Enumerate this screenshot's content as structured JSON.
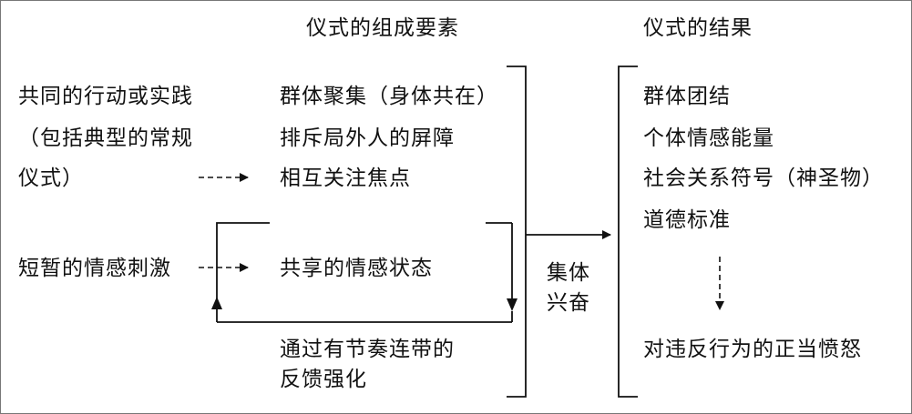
{
  "headers": {
    "elements": "仪式的组成要素",
    "results": "仪式的结果"
  },
  "inputs": {
    "practice": [
      "共同的行动或实践",
      "（包括典型的常规",
      "仪式）"
    ],
    "emotion": "短暂的情感刺激"
  },
  "components": [
    "群体聚集（身体共在）",
    "排斥局外人的屏障",
    "相互关注焦点",
    "共享的情感状态"
  ],
  "feedback": [
    "通过有节奏连带的",
    "反馈强化"
  ],
  "middle": [
    "集体",
    "兴奋"
  ],
  "results": [
    "群体团结",
    "个体情感能量",
    "社会关系符号（神圣物）",
    "道德标准"
  ],
  "result_bottom": "对违反行为的正当愤怒",
  "colors": {
    "ink": "#111111",
    "border": "#777777",
    "background": "#ffffff"
  }
}
